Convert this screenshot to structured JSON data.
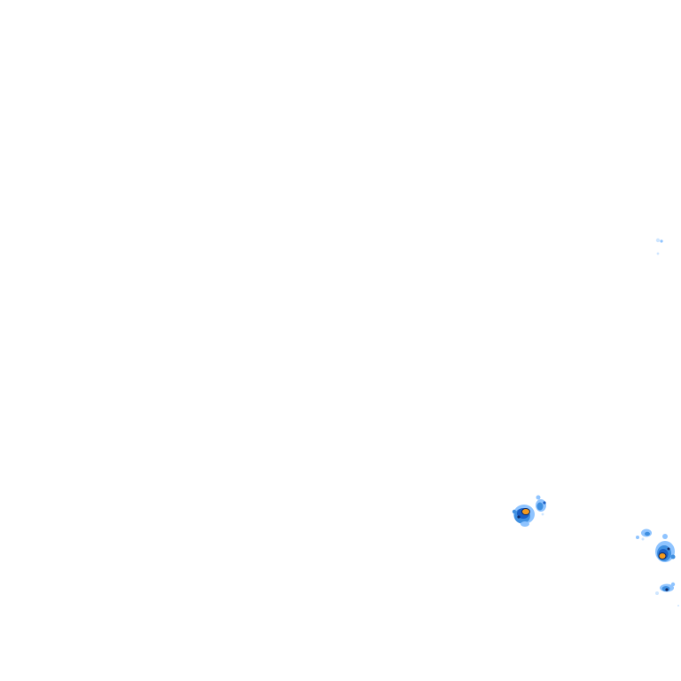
{
  "map": {
    "type": "weather-radar-overlay",
    "background_color": "#ffffff",
    "intensity_colors": {
      "very_light": "#cfe6ff",
      "light": "#8fc4ff",
      "moderate": "#3f8fe0",
      "heavy": "#1b5fc4",
      "outline": "#0f2a66",
      "core": "#f59a1c"
    },
    "echo_cells": [
      {
        "name": "cell-north-east-speck",
        "intensity": "very_light"
      },
      {
        "name": "cell-south-west-main",
        "intensity": "heavy"
      },
      {
        "name": "cell-south-west-satellite",
        "intensity": "moderate"
      },
      {
        "name": "cell-east-small",
        "intensity": "light"
      },
      {
        "name": "cell-east-main",
        "intensity": "heavy"
      },
      {
        "name": "cell-south-east-trail",
        "intensity": "moderate"
      }
    ]
  }
}
